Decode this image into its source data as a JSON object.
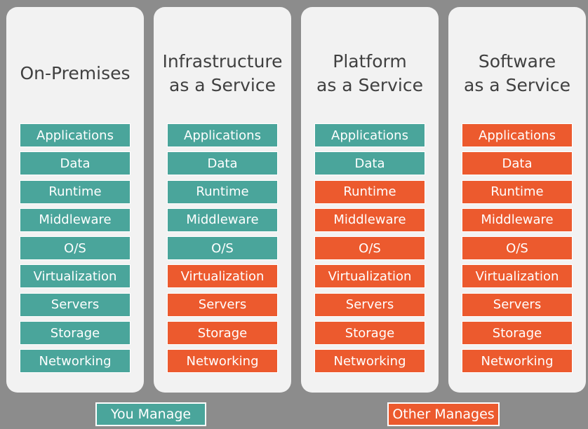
{
  "colors": {
    "you_manage": "#4aa59b",
    "other_manages": "#ec5a2e",
    "background": "#8c8c8c",
    "panel": "#f2f2f2"
  },
  "columns": [
    {
      "title": "On-Premises",
      "layers": [
        {
          "label": "Applications",
          "managed_by": "you"
        },
        {
          "label": "Data",
          "managed_by": "you"
        },
        {
          "label": "Runtime",
          "managed_by": "you"
        },
        {
          "label": "Middleware",
          "managed_by": "you"
        },
        {
          "label": "O/S",
          "managed_by": "you"
        },
        {
          "label": "Virtualization",
          "managed_by": "you"
        },
        {
          "label": "Servers",
          "managed_by": "you"
        },
        {
          "label": "Storage",
          "managed_by": "you"
        },
        {
          "label": "Networking",
          "managed_by": "you"
        }
      ]
    },
    {
      "title": "Infrastructure\nas a Service",
      "layers": [
        {
          "label": "Applications",
          "managed_by": "you"
        },
        {
          "label": "Data",
          "managed_by": "you"
        },
        {
          "label": "Runtime",
          "managed_by": "you"
        },
        {
          "label": "Middleware",
          "managed_by": "you"
        },
        {
          "label": "O/S",
          "managed_by": "you"
        },
        {
          "label": "Virtualization",
          "managed_by": "other"
        },
        {
          "label": "Servers",
          "managed_by": "other"
        },
        {
          "label": "Storage",
          "managed_by": "other"
        },
        {
          "label": "Networking",
          "managed_by": "other"
        }
      ]
    },
    {
      "title": "Platform\nas a Service",
      "layers": [
        {
          "label": "Applications",
          "managed_by": "you"
        },
        {
          "label": "Data",
          "managed_by": "you"
        },
        {
          "label": "Runtime",
          "managed_by": "other"
        },
        {
          "label": "Middleware",
          "managed_by": "other"
        },
        {
          "label": "O/S",
          "managed_by": "other"
        },
        {
          "label": "Virtualization",
          "managed_by": "other"
        },
        {
          "label": "Servers",
          "managed_by": "other"
        },
        {
          "label": "Storage",
          "managed_by": "other"
        },
        {
          "label": "Networking",
          "managed_by": "other"
        }
      ]
    },
    {
      "title": "Software\nas a Service",
      "layers": [
        {
          "label": "Applications",
          "managed_by": "other"
        },
        {
          "label": "Data",
          "managed_by": "other"
        },
        {
          "label": "Runtime",
          "managed_by": "other"
        },
        {
          "label": "Middleware",
          "managed_by": "other"
        },
        {
          "label": "O/S",
          "managed_by": "other"
        },
        {
          "label": "Virtualization",
          "managed_by": "other"
        },
        {
          "label": "Servers",
          "managed_by": "other"
        },
        {
          "label": "Storage",
          "managed_by": "other"
        },
        {
          "label": "Networking",
          "managed_by": "other"
        }
      ]
    }
  ],
  "legend": {
    "you_manage": "You Manage",
    "other_manages": "Other Manages"
  }
}
